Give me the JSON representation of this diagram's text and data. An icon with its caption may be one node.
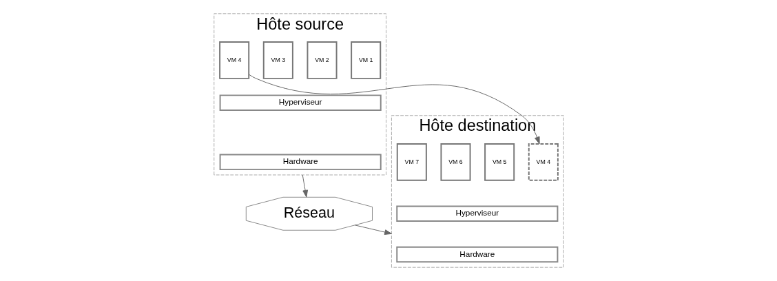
{
  "diagram": {
    "nodes": [
      {
        "text": [
          "Hôte source"
        ]
      },
      {
        "text": [
          "VM 1"
        ],
        "in": 0
      },
      {
        "text": [
          "VM 2"
        ],
        "in": 0
      },
      {
        "text": [
          "VM 3"
        ],
        "in": 0
      },
      {
        "text": [
          "VM 4"
        ],
        "in": 0
      },
      {
        "text": [
          "Hyperviseur"
        ],
        "in": 0
      },
      {
        "text": [
          "Hardware"
        ],
        "in": 0
      },
      {
        "text": [
          "Hôte destination"
        ]
      },
      {
        "text": [
          "VM 4"
        ],
        "in": 7
      },
      {
        "text": [
          "VM 5"
        ],
        "in": 7
      },
      {
        "text": [
          "VM 6"
        ],
        "in": 7
      },
      {
        "text": [
          "VM 7"
        ],
        "in": 7
      },
      {
        "text": [
          "Hyperviseur"
        ],
        "in": 7
      },
      {
        "text": [
          "Hardware"
        ],
        "in": 7
      },
      {
        "text": [
          "Réseau"
        ]
      }
    ],
    "edges": [
      {
        "from": 4,
        "to": 8,
        "arrow": "to"
      },
      {
        "from": 0,
        "to": 14,
        "arrow": "to"
      },
      {
        "from": 14,
        "to": 7,
        "arrow": "to"
      }
    ]
  }
}
